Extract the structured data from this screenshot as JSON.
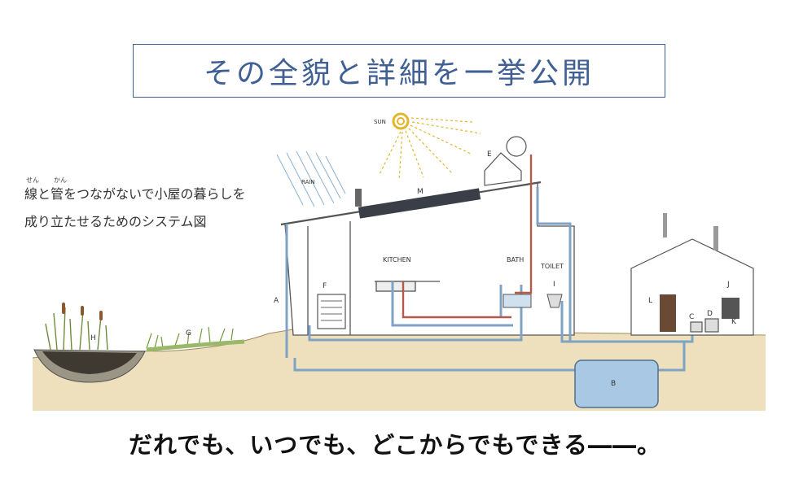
{
  "header": {
    "title": "その全貌と詳細を一挙公開"
  },
  "note": {
    "line1": "線と管をつながないで小屋の暮らしを",
    "line2": "成り立たせるためのシステム図",
    "ruby_sen": "せん",
    "ruby_kan": "かん"
  },
  "diagram": {
    "labels": {
      "sun": "SUN",
      "rain": "RAIN",
      "kitchen": "KITCHEN",
      "bath": "BATH",
      "toilet": "TOILET",
      "a": "A",
      "b": "B",
      "c": "C",
      "d": "D",
      "e": "E",
      "f": "F",
      "g": "G",
      "h": "H",
      "i": "I",
      "j": "J",
      "k": "K",
      "l": "L",
      "m": "M"
    },
    "colors": {
      "water_pipe": "#7fa3c4",
      "hot_pipe": "#b55a4a",
      "ground": "#e9d7b0",
      "tank": "#a9c8e3",
      "sun": "#e3b52a"
    }
  },
  "footer": {
    "tagline": "だれでも、いつでも、どこからでもできる――。"
  }
}
